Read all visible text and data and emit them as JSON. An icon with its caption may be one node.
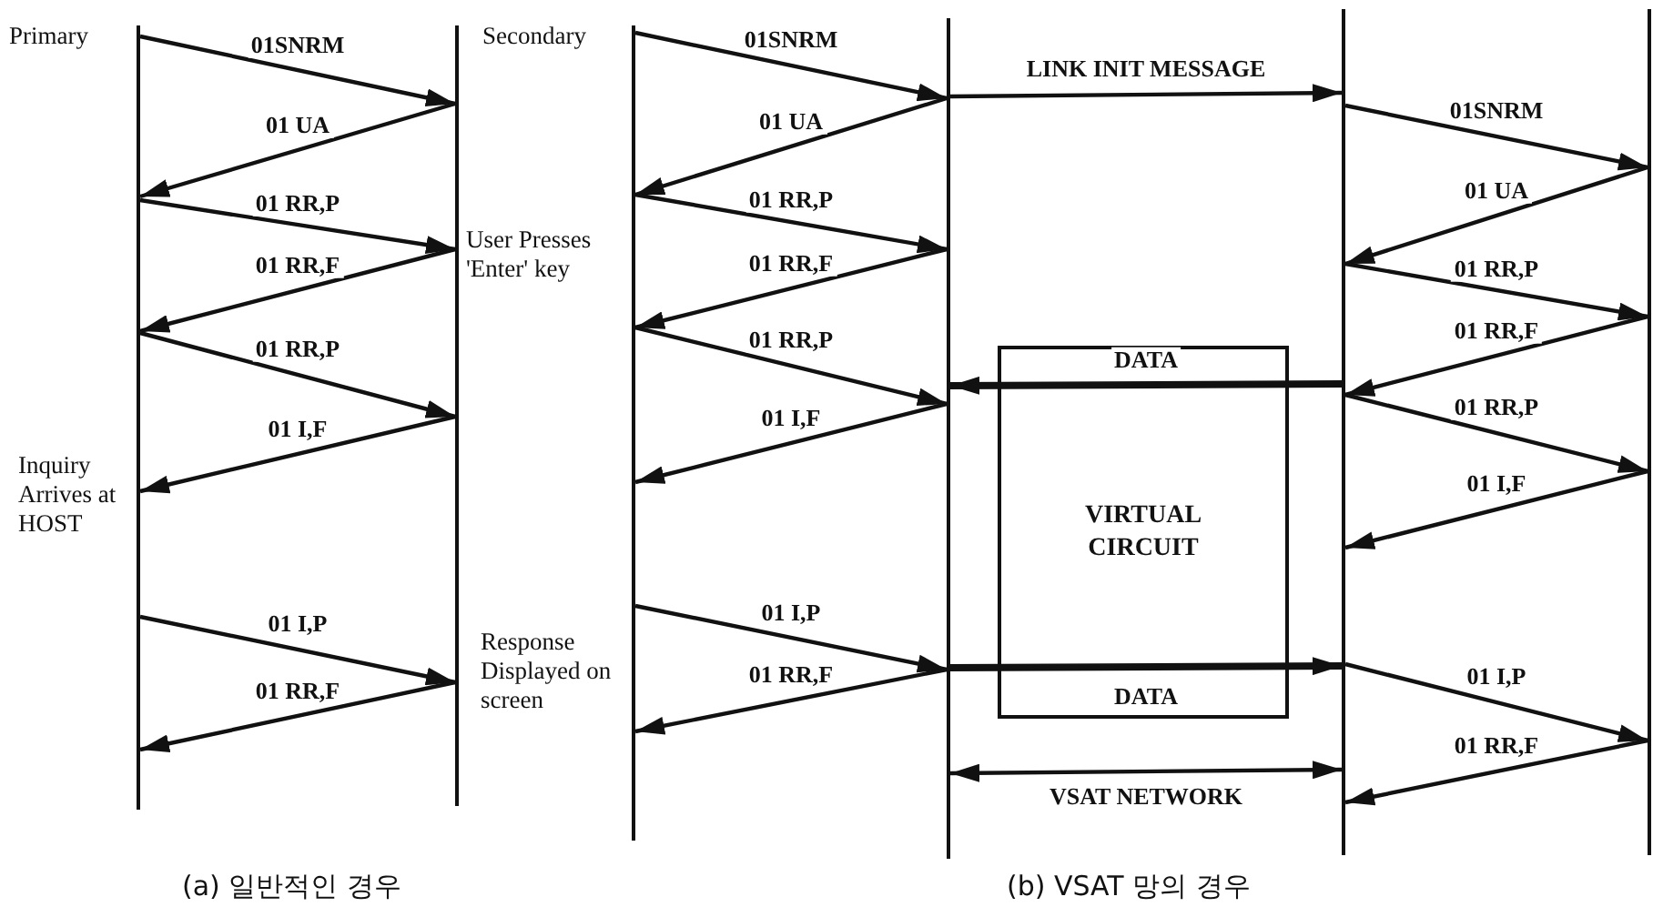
{
  "diagram": {
    "nodes": [
      {
        "text": [],
        "shape": "bar",
        "beside": [
          "Primary",
          "Inquiry Arrives at HOST"
        ]
      },
      {
        "text": [],
        "shape": "bar",
        "beside": [
          "User Presses 'Enter' key",
          "Response Displayed on screen"
        ]
      },
      {
        "text": [],
        "shape": "bar"
      },
      {
        "text": [],
        "shape": "bar"
      },
      {
        "text": [],
        "shape": "bar"
      },
      {
        "text": [],
        "shape": "bar"
      }
    ],
    "edges": [
      {
        "from": 0,
        "to": 1,
        "arrow": "to",
        "label": "01SNRM"
      },
      {
        "from": 1,
        "to": 0,
        "arrow": "to",
        "label": "01 UA"
      },
      {
        "from": 0,
        "to": 1,
        "arrow": "to",
        "label": "01 RR,P"
      },
      {
        "from": 1,
        "to": 0,
        "arrow": "to",
        "label": "01 RR,F"
      },
      {
        "from": 0,
        "to": 1,
        "arrow": "to",
        "label": "01 RR,P"
      },
      {
        "from": 1,
        "to": 0,
        "arrow": "to",
        "label": "01 I,F"
      },
      {
        "from": 0,
        "to": 1,
        "arrow": "to",
        "label": "01 I,P"
      },
      {
        "from": 1,
        "to": 0,
        "arrow": "to",
        "label": "01 RR,F"
      },
      {
        "from": 2,
        "to": 3,
        "arrow": "to",
        "label": "01SNRM"
      },
      {
        "from": 3,
        "to": 2,
        "arrow": "to",
        "label": "01 UA"
      },
      {
        "from": 2,
        "to": 3,
        "arrow": "to",
        "label": "01 RR,P"
      },
      {
        "from": 3,
        "to": 2,
        "arrow": "to",
        "label": "01 RR,F"
      },
      {
        "from": 2,
        "to": 3,
        "arrow": "to",
        "label": "01 RR,P"
      },
      {
        "from": 3,
        "to": 2,
        "arrow": "to",
        "label": "01 I,F"
      },
      {
        "from": 2,
        "to": 3,
        "arrow": "to",
        "label": "01 I,P"
      },
      {
        "from": 3,
        "to": 2,
        "arrow": "to",
        "label": "01 RR,F"
      },
      {
        "from": 3,
        "to": 4,
        "arrow": "to",
        "label": "LINK INIT MESSAGE"
      },
      {
        "from": 4,
        "to": 3,
        "arrow": "to",
        "label": "DATA",
        "style": "thick"
      },
      {
        "from": 3,
        "to": 4,
        "arrow": "to",
        "label": "DATA",
        "style": "thick"
      },
      {
        "from": 3,
        "to": 4,
        "arrow": "both",
        "label": "VSAT NETWORK"
      },
      {
        "from": 4,
        "to": 5,
        "arrow": "to",
        "label": "01SNRM"
      },
      {
        "from": 5,
        "to": 4,
        "arrow": "to",
        "label": "01 UA"
      },
      {
        "from": 4,
        "to": 5,
        "arrow": "to",
        "label": "01 RR,P"
      },
      {
        "from": 5,
        "to": 4,
        "arrow": "to",
        "label": "01 RR,F"
      },
      {
        "from": 4,
        "to": 5,
        "arrow": "to",
        "label": "01 RR,P"
      },
      {
        "from": 5,
        "to": 4,
        "arrow": "to",
        "label": "01 I,F"
      },
      {
        "from": 4,
        "to": 5,
        "arrow": "to",
        "label": "01 I,P"
      },
      {
        "from": 5,
        "to": 4,
        "arrow": "to",
        "label": "01 RR,F"
      }
    ],
    "labels": [
      "Secondary",
      "VIRTUAL CIRCUIT",
      "(a) 일반적인 경우",
      "(b) VSAT 망의 경우"
    ]
  }
}
